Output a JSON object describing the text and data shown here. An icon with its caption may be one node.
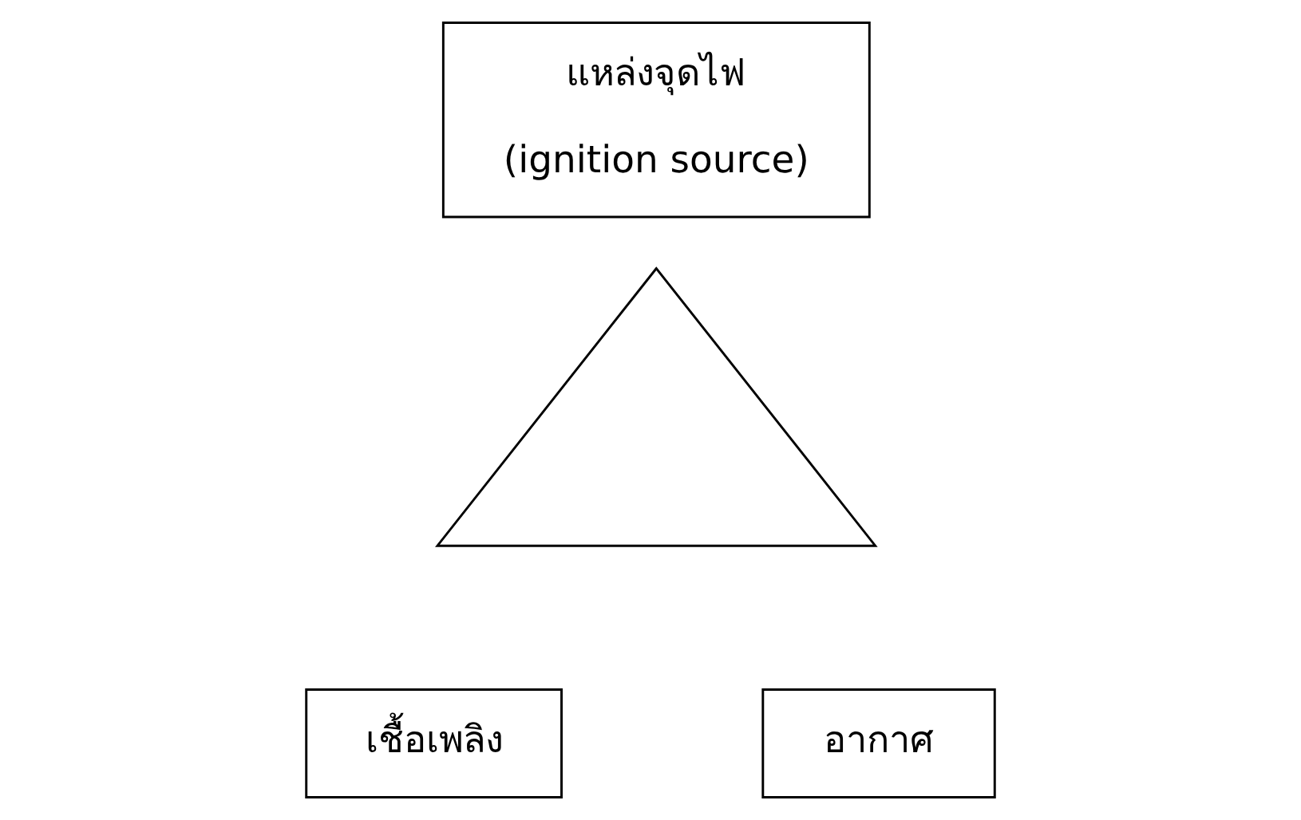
{
  "diagram": {
    "nodes": [
      {
        "text": [
          "แหล่งจุดไฟ",
          "(ignition source)"
        ]
      },
      {
        "text": [],
        "shape": "triangle"
      },
      {
        "text": [
          "เชื้อเพลิง"
        ]
      },
      {
        "text": [
          "อากาศ"
        ]
      }
    ],
    "edges": []
  }
}
